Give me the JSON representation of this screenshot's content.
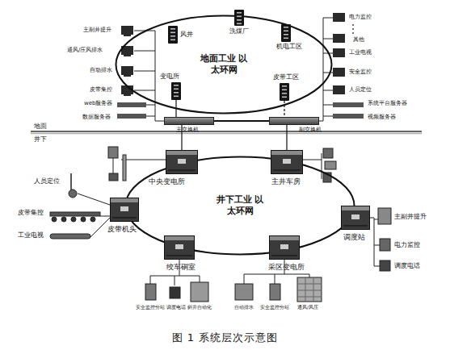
{
  "diagram": {
    "caption": "图 1 系统层次示意图",
    "nodes": [
      {
        "text": [
          "地面工业 以太环网"
        ]
      },
      {
        "text": [
          "风井"
        ]
      },
      {
        "text": [
          "洗煤厂"
        ]
      },
      {
        "text": [
          "机电工区"
        ]
      },
      {
        "text": [
          "变电所"
        ]
      },
      {
        "text": [
          "皮带工区"
        ]
      },
      {
        "text": [
          "主交换机"
        ]
      },
      {
        "text": [
          "副交换机"
        ]
      },
      {
        "text": [
          "井下工业 以太环网"
        ]
      },
      {
        "text": [
          "中央变电所"
        ]
      },
      {
        "text": [
          "主井车房"
        ]
      },
      {
        "text": [
          "调度站"
        ]
      },
      {
        "text": [
          "皮带机头"
        ]
      },
      {
        "text": [
          "绞车硐室"
        ]
      },
      {
        "text": [
          "采区变电所"
        ]
      }
    ],
    "edges": [
      {
        "from": 4,
        "to": 6,
        "arrow": "none"
      },
      {
        "from": 5,
        "to": 7,
        "arrow": "none"
      },
      {
        "from": 6,
        "to": 7,
        "arrow": "none"
      },
      {
        "from": 6,
        "to": 9,
        "arrow": "none"
      },
      {
        "from": 7,
        "to": 10,
        "arrow": "none"
      }
    ],
    "labels": [
      "主副井提升",
      "通风/压风排水",
      "自动排水",
      "皮带集控",
      "web服务器",
      "数据服务器",
      "电力监控",
      "其他",
      "工业电视",
      "安全监控",
      "人员定位",
      "系统平台服务器",
      "视频服务器",
      "地面",
      "井下",
      "人员定位",
      "皮带集控",
      "工业电视",
      "主副井提升",
      "电力监控",
      "调度电话",
      "安全监控分站",
      "调度电话",
      "斜井自动化",
      "自动排水",
      "安全监控分站",
      "通风/风压"
    ]
  }
}
